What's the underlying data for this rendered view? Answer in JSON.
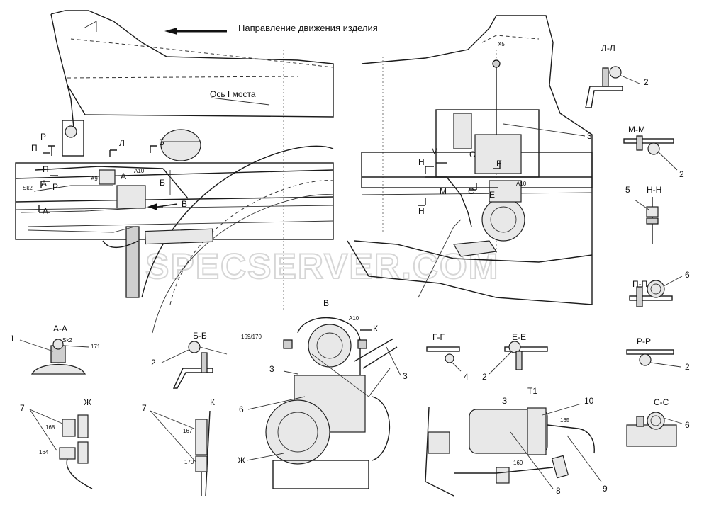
{
  "title": "Направление движения изделия",
  "axis_label": "Ось I моста",
  "watermark": "SPECSERVER.COM",
  "section_labels": {
    "aa": "А-А",
    "bb": "Б-Б",
    "ll": "Л-Л",
    "mm": "М-М",
    "nn": "Н-Н",
    "pp": "П-П",
    "rr": "Р-Р",
    "ss": "С-С",
    "gg": "Г-Г",
    "ee": "Е-Е",
    "zh": "Ж",
    "k": "К",
    "v": "В",
    "t1": "Т1",
    "z": "З"
  },
  "view_marks": {
    "p": "П",
    "r": "Р",
    "l": "Л",
    "b": "Б",
    "a": "А",
    "v": "В",
    "m": "М",
    "n": "Н",
    "s": "С",
    "e": "Е",
    "k": "К"
  },
  "part_numbers": {
    "n1": "1",
    "n2": "2",
    "n3": "3",
    "n4": "4",
    "n5": "5",
    "n6": "6",
    "n7": "7",
    "n8": "8",
    "n9": "9",
    "n10": "10"
  },
  "small_codes": {
    "x5": "X5",
    "a10": "A10",
    "sk2": "Sk2",
    "c171": "171",
    "c169_170": "169/170",
    "c168": "168",
    "c164": "164",
    "c167": "167",
    "c170": "170",
    "c165": "165",
    "c169": "169",
    "a9": "A9"
  }
}
